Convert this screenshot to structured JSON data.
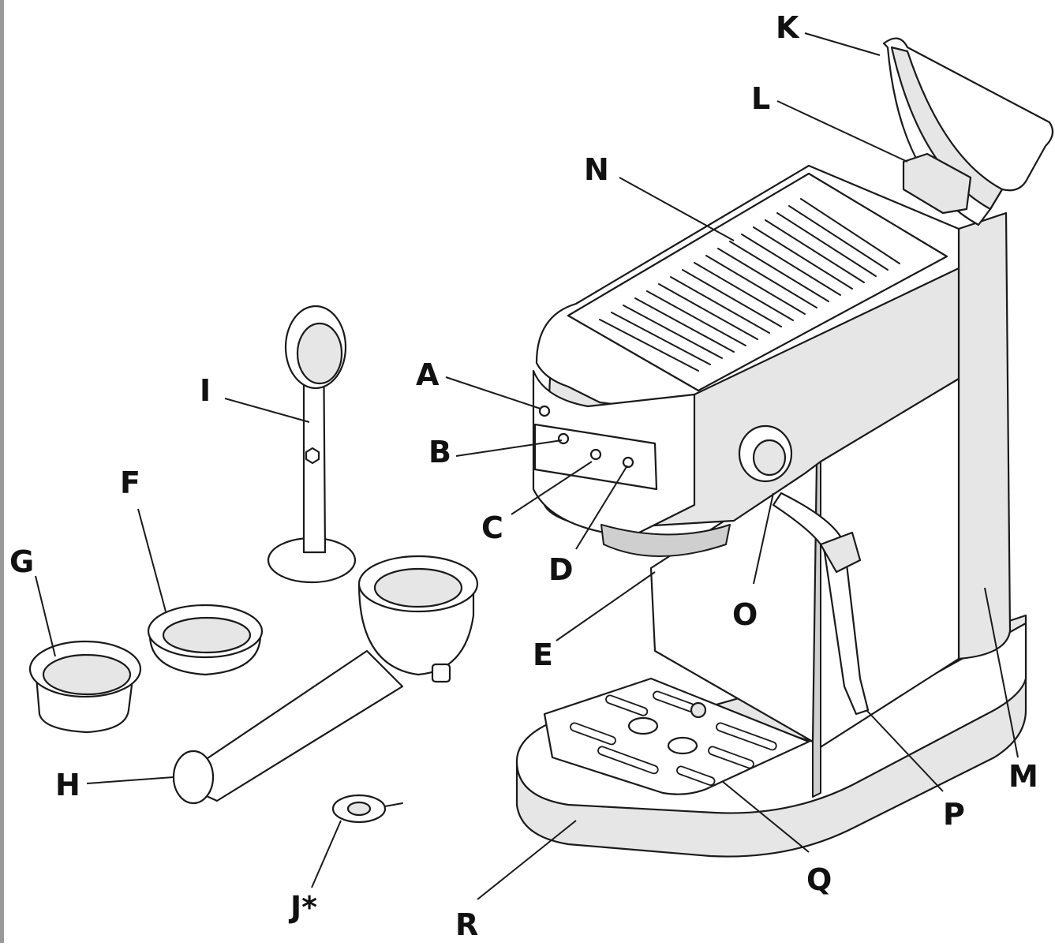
{
  "callouts": {
    "A": "A",
    "B": "B",
    "C": "C",
    "D": "D",
    "E": "E",
    "F": "F",
    "G": "G",
    "H": "H",
    "I": "I",
    "J": "J*",
    "K": "K",
    "L": "L",
    "M": "M",
    "N": "N",
    "O": "O",
    "P": "P",
    "Q": "Q",
    "R": "R"
  },
  "colors": {
    "outline": "#1a1a1a",
    "shade": "#e6e6e6",
    "shade_dark": "#cfcfcf",
    "background": "#ffffff"
  }
}
